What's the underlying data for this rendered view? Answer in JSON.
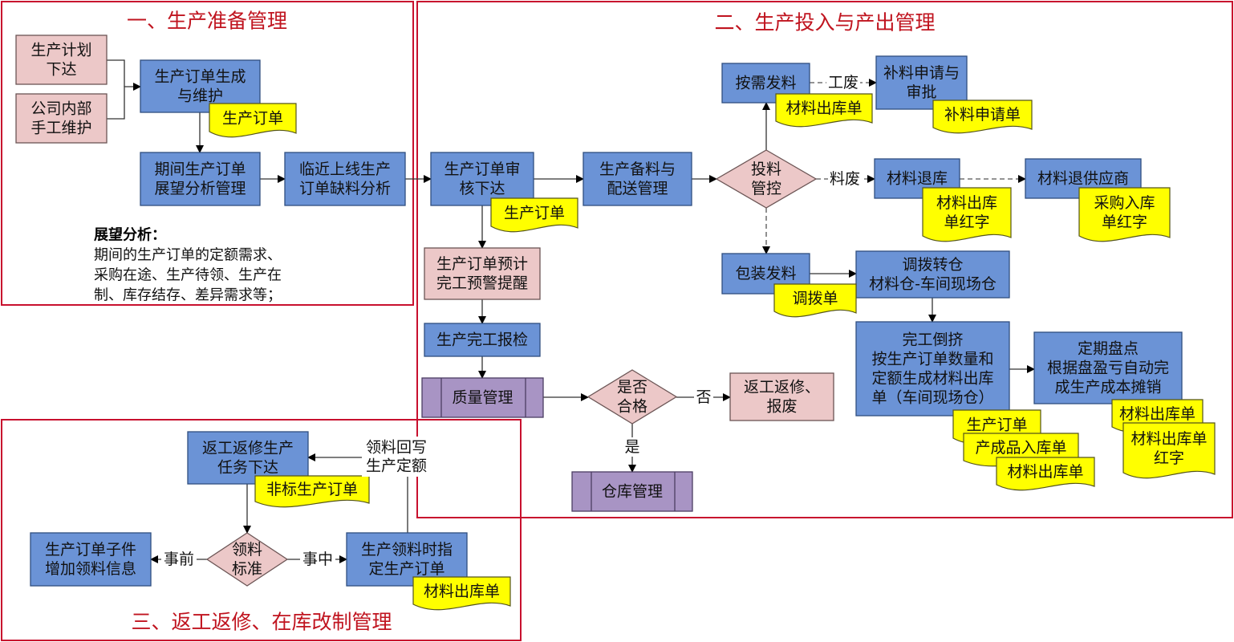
{
  "regions": {
    "preparation": {
      "title": "一、生产准备管理"
    },
    "input_output": {
      "title": "二、生产投入与产出管理"
    },
    "rework": {
      "title": "三、返工返修、在库改制管理"
    }
  },
  "nodes": {
    "plan_release": {
      "lines": [
        "生产计划",
        "下达"
      ],
      "style": "pink"
    },
    "manual_maintain": {
      "lines": [
        "公司内部",
        "手工维护"
      ],
      "style": "pink"
    },
    "order_generate": {
      "lines": [
        "生产订单生成",
        "与维护"
      ],
      "style": "blue"
    },
    "period_outlook": {
      "lines": [
        "期间生产订单",
        "展望分析管理"
      ],
      "style": "blue"
    },
    "shortage_analysis": {
      "lines": [
        "临近上线生产",
        "订单缺料分析"
      ],
      "style": "blue"
    },
    "order_review": {
      "lines": [
        "生产订单审",
        "核下达"
      ],
      "style": "blue"
    },
    "material_prep": {
      "lines": [
        "生产备料与",
        "配送管理"
      ],
      "style": "blue"
    },
    "feed_control": {
      "lines": [
        "投料",
        "管控"
      ],
      "style": "diamond"
    },
    "on_demand_issue": {
      "lines": [
        "按需发料"
      ],
      "style": "blue"
    },
    "supplement_request": {
      "lines": [
        "补料申请与",
        "审批"
      ],
      "style": "blue"
    },
    "material_return": {
      "lines": [
        "材料退库"
      ],
      "style": "blue"
    },
    "return_supplier": {
      "lines": [
        "材料退供应商"
      ],
      "style": "blue"
    },
    "package_issue": {
      "lines": [
        "包装发料"
      ],
      "style": "blue"
    },
    "transfer": {
      "lines": [
        "调拨转仓",
        "材料仓-车间现场仓"
      ],
      "style": "blue"
    },
    "backflush": {
      "lines": [
        "完工倒挤",
        "按生产订单数量和",
        "定额生成材料出库",
        "单（车间现场仓）"
      ],
      "style": "blue"
    },
    "stocktake": {
      "lines": [
        "定期盘点",
        "根据盘盈亏自动完",
        "成生产成本摊销"
      ],
      "style": "blue"
    },
    "completion_warning": {
      "lines": [
        "生产订单预计",
        "完工预警提醒"
      ],
      "style": "pink"
    },
    "completion_inspect": {
      "lines": [
        "生产完工报检"
      ],
      "style": "blue"
    },
    "quality_mgmt": {
      "lines": [
        "质量管理"
      ],
      "style": "purple"
    },
    "qualified_check": {
      "lines": [
        "是否",
        "合格"
      ],
      "style": "diamond"
    },
    "rework_scrap": {
      "lines": [
        "返工返修、",
        "报废"
      ],
      "style": "pink"
    },
    "warehouse_mgmt": {
      "lines": [
        "仓库管理"
      ],
      "style": "purple"
    },
    "rework_task": {
      "lines": [
        "返工返修生产",
        "任务下达"
      ],
      "style": "blue"
    },
    "issue_standard": {
      "lines": [
        "领料",
        "标准"
      ],
      "style": "diamond"
    },
    "add_child_info": {
      "lines": [
        "生产订单子件",
        "增加领料信息"
      ],
      "style": "blue"
    },
    "specify_order": {
      "lines": [
        "生产领料时指",
        "定生产订单"
      ],
      "style": "blue"
    }
  },
  "documents": {
    "doc_order_1": {
      "lines": [
        "生产订单"
      ]
    },
    "doc_order_2": {
      "lines": [
        "生产订单"
      ]
    },
    "doc_issue_1": {
      "lines": [
        "材料出库单"
      ]
    },
    "doc_supplement": {
      "lines": [
        "补料申请单"
      ]
    },
    "doc_issue_red": {
      "lines": [
        "材料出库",
        "单红字"
      ]
    },
    "doc_purchase_red": {
      "lines": [
        "采购入库",
        "单红字"
      ]
    },
    "doc_transfer": {
      "lines": [
        "调拨单"
      ]
    },
    "doc_bf_order": {
      "lines": [
        "生产订单"
      ]
    },
    "doc_bf_finished": {
      "lines": [
        "产成品入库单"
      ]
    },
    "doc_bf_issue": {
      "lines": [
        "材料出库单"
      ]
    },
    "doc_st_issue": {
      "lines": [
        "材料出库单"
      ]
    },
    "doc_st_issue_red": {
      "lines": [
        "材料出库单",
        "红字"
      ]
    },
    "doc_nonstd_order": {
      "lines": [
        "非标生产订单"
      ]
    },
    "doc_rework_issue": {
      "lines": [
        "材料出库单"
      ]
    }
  },
  "edge_labels": {
    "work_scrap": "工废",
    "material_scrap": "料废",
    "no": "否",
    "yes": "是",
    "before": "事前",
    "during": "事中",
    "writeback": [
      "领料回写",
      "生产定额"
    ]
  },
  "note": {
    "title": "展望分析：",
    "lines": [
      "期间的生产订单的定额需求、",
      "采购在途、生产待领、生产在",
      "制、库存结存、差异需求等；"
    ]
  },
  "colors": {
    "region_border": "#c8102e",
    "region_title": "#c0141f",
    "process_blue": "#6b93d6",
    "manual_pink": "#ecc8c8",
    "subprocess_purple": "#a894c4",
    "document_yellow": "#ffff00"
  }
}
